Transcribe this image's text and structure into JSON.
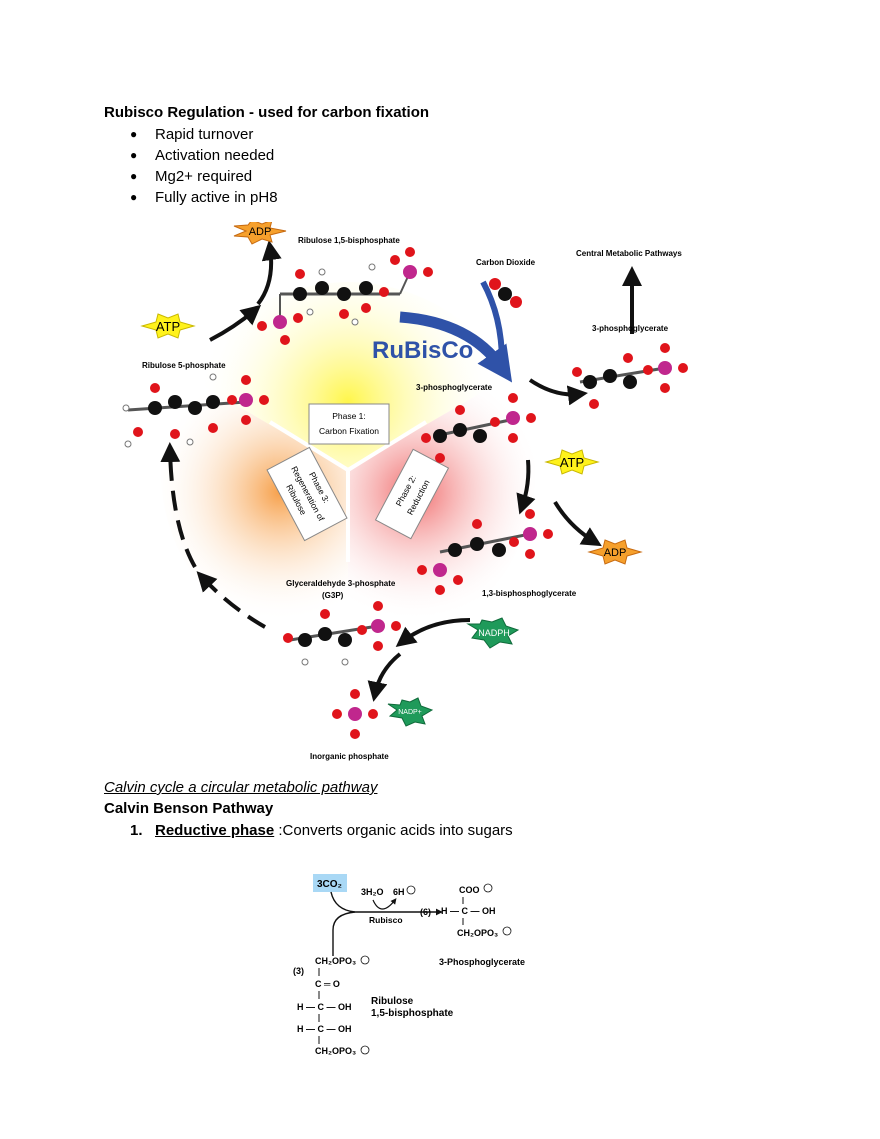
{
  "heading": "Rubisco Regulation - used for carbon fixation",
  "bullets": [
    "Rapid turnover",
    "Activation needed",
    "Mg2+ required",
    "Fully active in pH8"
  ],
  "figure1": {
    "labels": {
      "adp_top": "ADP",
      "atp_left": "ATP",
      "ribulose_bp": "Ribulose 1,5-bisphosphate",
      "ribulose_5p": "Ribulose 5-phosphate",
      "co2": "Carbon Dioxide",
      "central": "Central Metabolic Pathways",
      "pga_right": "3-phosphoglycerate",
      "rubisco": "RuBisCo",
      "pga_center": "3-phosphoglycerate",
      "atp_right": "ATP",
      "adp_right": "ADP",
      "bpg": "1,3-bisphosphoglycerate",
      "g3p": "Glyceraldehyde 3-phosphate",
      "g3p_abbr": "(G3P)",
      "nadph": "NADPH",
      "nadp": "NADP+",
      "pi": "Inorganic phosphate",
      "phase1_title": "Phase 1:",
      "phase1_sub": "Carbon Fixation",
      "phase2_title": "Phase 2:",
      "phase2_sub": "Reduction",
      "phase3_title": "Phase 3:",
      "phase3_sub1": "Regeneration of",
      "phase3_sub2": "Ribulose"
    }
  },
  "caption": "Calvin cycle a circular metabolic pathway",
  "subheading": "Calvin Benson Pathway",
  "step1": {
    "number": "1.",
    "term": "Reductive phase",
    "text": " :Converts organic acids into sugars"
  },
  "figure2": {
    "co2": "3CO₂",
    "h2o": "3H₂O",
    "h_plus": "6H",
    "enzyme": "Rubisco",
    "coef6": "(6)",
    "coef3": "(3)",
    "coo": "COO",
    "pga_h": "H — C — OH",
    "pga_ch2": "CH₂OPO₃",
    "pga_name": "3-Phosphoglycerate",
    "rubp_top": "CH₂OPO₃",
    "rubp_co": "C ═ O",
    "rubp_h1": "H — C — OH",
    "rubp_h2": "H — C — OH",
    "rubp_bot": "CH₂OPO₃",
    "rubp_name1": "Ribulose",
    "rubp_name2": "1,5-bisphosphate"
  },
  "colors": {
    "rubisco_blue": "#2f52a8",
    "atp_yellow": "#fff21c",
    "adp_orange": "#f6a02c",
    "nadph_green": "#1f9a5a",
    "phosphorus": "#c0278d",
    "oxygen": "#e0141b",
    "co2_highlight": "#a9d8f5"
  }
}
